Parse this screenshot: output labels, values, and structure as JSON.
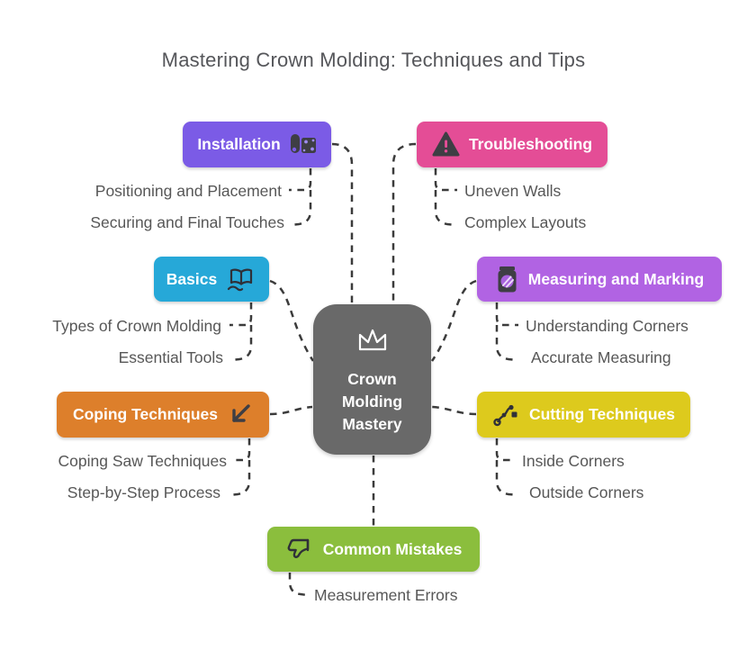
{
  "title": "Mastering Crown Molding: Techniques and Tips",
  "center": {
    "label": "Crown Molding Mastery",
    "line1": "Crown",
    "line2": "Molding",
    "line3": "Mastery",
    "icon": "crown-icon",
    "color": "#696969"
  },
  "branches": [
    {
      "label": "Installation",
      "icon": "wallpaper-roller-icon",
      "color": "#7b5be6",
      "children": [
        "Positioning and Placement",
        "Securing and Final Touches"
      ]
    },
    {
      "label": "Troubleshooting",
      "icon": "warning-triangle-icon",
      "color": "#e44d96",
      "children": [
        "Uneven Walls",
        "Complex Layouts"
      ]
    },
    {
      "label": "Basics",
      "icon": "book-hand-icon",
      "color": "#26a8d8",
      "children": [
        "Types of Crown Molding",
        "Essential Tools"
      ]
    },
    {
      "label": "Measuring and Marking",
      "icon": "measuring-jar-icon",
      "color": "#b163e3",
      "children": [
        "Understanding Corners",
        "Accurate Measuring"
      ]
    },
    {
      "label": "Coping Techniques",
      "icon": "arrow-down-left-icon",
      "color": "#dd7f2b",
      "children": [
        "Coping Saw Techniques",
        "Step-by-Step Process"
      ]
    },
    {
      "label": "Cutting Techniques",
      "icon": "route-path-icon",
      "color": "#ddca1d",
      "children": [
        "Inside Corners",
        "Outside Corners"
      ]
    },
    {
      "label": "Common Mistakes",
      "icon": "thumbs-down-icon",
      "color": "#8bbe3d",
      "children": [
        "Measurement Errors"
      ]
    }
  ],
  "connector_color": "#3b3b3b",
  "text_color": "#575757"
}
